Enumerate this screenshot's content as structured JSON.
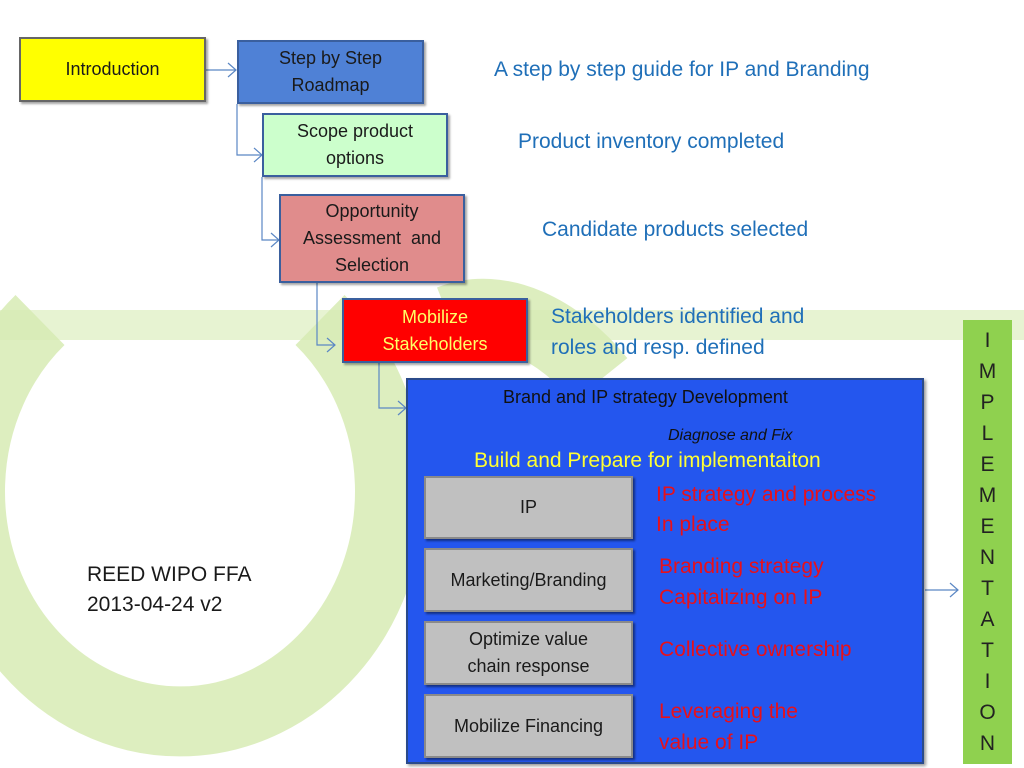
{
  "colors": {
    "introduction_fill": "#ffff00",
    "roadmap_fill": "#4f81d6",
    "scope_fill": "#ccffcc",
    "opportunity_fill": "#e08c8c",
    "mobilize_fill": "#ff0000",
    "panel_fill": "#2456ee",
    "gray_fill": "#c0c0c0",
    "implementation_fill": "#8fd14f",
    "decor_green": "#d7ebb4"
  },
  "flow": {
    "introduction": "Introduction",
    "roadmap_line1": "Step by Step",
    "roadmap_line2": "Roadmap",
    "scope_line1": "Scope product",
    "scope_line2": "options",
    "opportunity_line1": "Opportunity",
    "opportunity_line2": "Assessment  and",
    "opportunity_line3": "Selection",
    "mobilize_line1": "Mobilize",
    "mobilize_line2": "Stakeholders"
  },
  "notes": {
    "roadmap": "A step by step guide for IP and Branding",
    "scope": "Product inventory completed",
    "opportunity": "Candidate products selected",
    "stakeholders_line1": "Stakeholders identified and",
    "stakeholders_line2": "roles and resp. defined"
  },
  "panel": {
    "title": "Brand and IP strategy Development",
    "subtitle": "Diagnose and Fix",
    "build": "Build and Prepare for implementaiton",
    "items": [
      {
        "label_line1": "IP",
        "label_line2": "",
        "outcome_line1": "IP strategy and process",
        "outcome_line2": "In place"
      },
      {
        "label_line1": "Marketing/Branding",
        "label_line2": "",
        "outcome_line1": "Branding strategy",
        "outcome_line2": "Capitalizing on IP"
      },
      {
        "label_line1": "Optimize value",
        "label_line2": "chain response",
        "outcome_line1": "Collective ownership",
        "outcome_line2": ""
      },
      {
        "label_line1": "Mobilize Financing",
        "label_line2": "",
        "outcome_line1": "Leveraging the",
        "outcome_line2": "value of IP"
      }
    ]
  },
  "implementation_letters": [
    "I",
    "M",
    "P",
    "L",
    "E",
    "M",
    "E",
    "N",
    "T",
    "A",
    "T",
    "I",
    "O",
    "N"
  ],
  "footer": {
    "line1": "REED WIPO FFA",
    "line2": "2013-04-24 v2"
  }
}
